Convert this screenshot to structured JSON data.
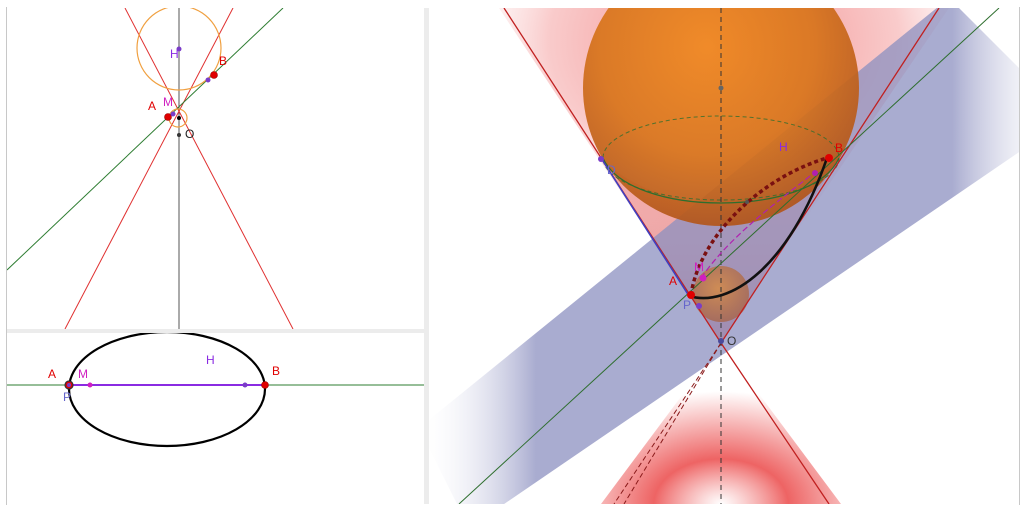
{
  "labels": {
    "H": "H",
    "B": "B",
    "A": "A",
    "M": "M",
    "O": "O",
    "P": "P",
    "D": "D"
  },
  "colors": {
    "cone_line": "#e03030",
    "plane_line": "#2e7d32",
    "axis": "#555555",
    "sphere_orange": "#f0a040",
    "point_red": "#e00000",
    "point_purple": "#7a3cc8",
    "point_magenta": "#d020c0",
    "ellipse": "#000000",
    "segment_purple": "#8a2be2",
    "plane_blue": "#9fa4cc",
    "cone_red": "#e83030",
    "label_red": "#e00000",
    "label_purple": "#8a2be2",
    "label_magenta": "#d020c0",
    "label_blue": "#6666cc"
  }
}
